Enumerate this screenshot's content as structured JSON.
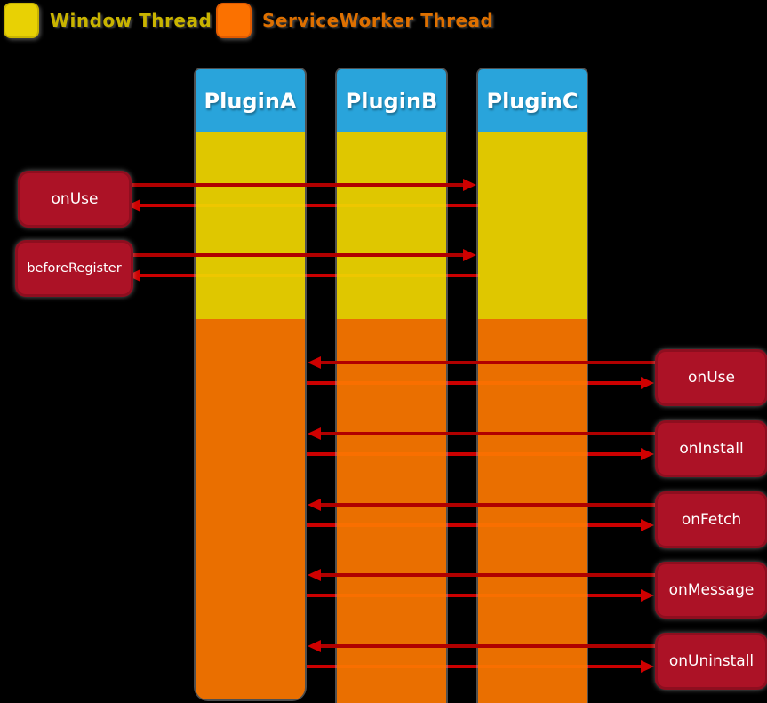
{
  "legend": {
    "items": [
      {
        "name": "window-thread",
        "label": "Window Thread",
        "swatch_color": "#e8d104",
        "text_color": "#c9b400"
      },
      {
        "name": "serviceworker-thread",
        "label": "ServiceWorker Thread",
        "swatch_color": "#fb7100",
        "text_color": "#de7000"
      }
    ]
  },
  "columns": [
    {
      "label": "PluginA"
    },
    {
      "label": "PluginB"
    },
    {
      "label": "PluginC"
    }
  ],
  "window_thread_hooks": [
    {
      "label": "onUse"
    },
    {
      "label": "beforeRegister"
    }
  ],
  "serviceworker_thread_hooks": [
    {
      "label": "onUse"
    },
    {
      "label": "onInstall"
    },
    {
      "label": "onFetch"
    },
    {
      "label": "onMessage"
    },
    {
      "label": "onUninstall"
    }
  ],
  "colors": {
    "background": "#000000",
    "plugin_header_blue": "#29a4db",
    "window_thread_yellow": "#e2cb00",
    "serviceworker_orange": "#f87300",
    "hook_box_fill": "#ac1226",
    "hook_box_border": "#8e0e1f",
    "arrow_red": "#cc0000"
  }
}
